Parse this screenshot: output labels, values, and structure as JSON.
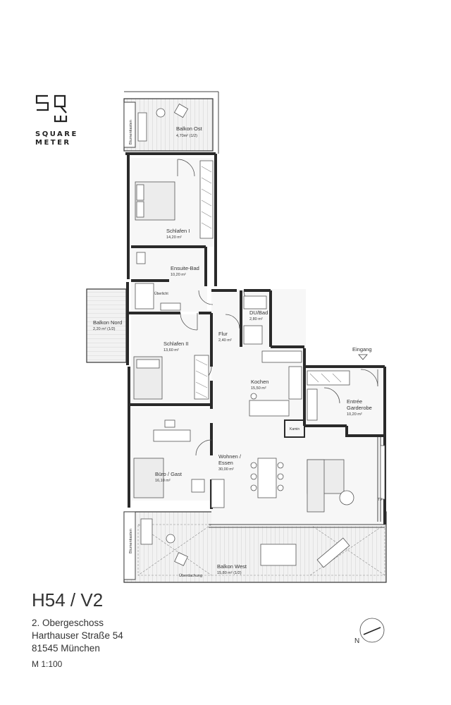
{
  "brand": {
    "line1": "SQUARE",
    "line2": "METER"
  },
  "unit": {
    "title": "H54 / V2",
    "floor": "2. Obergeschoss",
    "street": "Harthauser Straße 54",
    "city": "81545 München",
    "scale": "M 1:100"
  },
  "compass": {
    "label": "N"
  },
  "rooms": [
    {
      "name": "Balkon Ost",
      "area": "4,70m² (1/2)"
    },
    {
      "name": "Schlafen I",
      "area": "14,20 m²"
    },
    {
      "name": "Ensuite-Bad",
      "area": "10,20 m²"
    },
    {
      "name": "Balkon Nord",
      "area": "2,20 m² (1/2)"
    },
    {
      "name": "Schlafen II",
      "area": "13,60 m²"
    },
    {
      "name": "DU/Bad",
      "area": "2,80 m²"
    },
    {
      "name": "Flur",
      "area": "2,40 m²"
    },
    {
      "name": "Kochen",
      "area": "15,50 m²"
    },
    {
      "name": "Entrée",
      "name2": "Garderobe",
      "area": "10,20 m²"
    },
    {
      "name": "Büro / Gast",
      "area": "16,10 m²"
    },
    {
      "name": "Wohnen /",
      "name2": "Essen",
      "area": "30,00 m²"
    },
    {
      "name": "Balkon West",
      "area": "15,80 m² (1/2)"
    }
  ],
  "labels": {
    "blumenkasten_top": "Blumenkasten",
    "blumenkasten_bottom": "Blumenkasten",
    "uberlicht": "Überlicht",
    "kamin": "Kamin",
    "tv": "TV",
    "uberdachung": "Überdachung",
    "eingang": "Eingang"
  },
  "colors": {
    "wall": "#2a2a2a",
    "floor": "#efefef",
    "furniture": "#d6d6d6",
    "line": "#555555"
  }
}
